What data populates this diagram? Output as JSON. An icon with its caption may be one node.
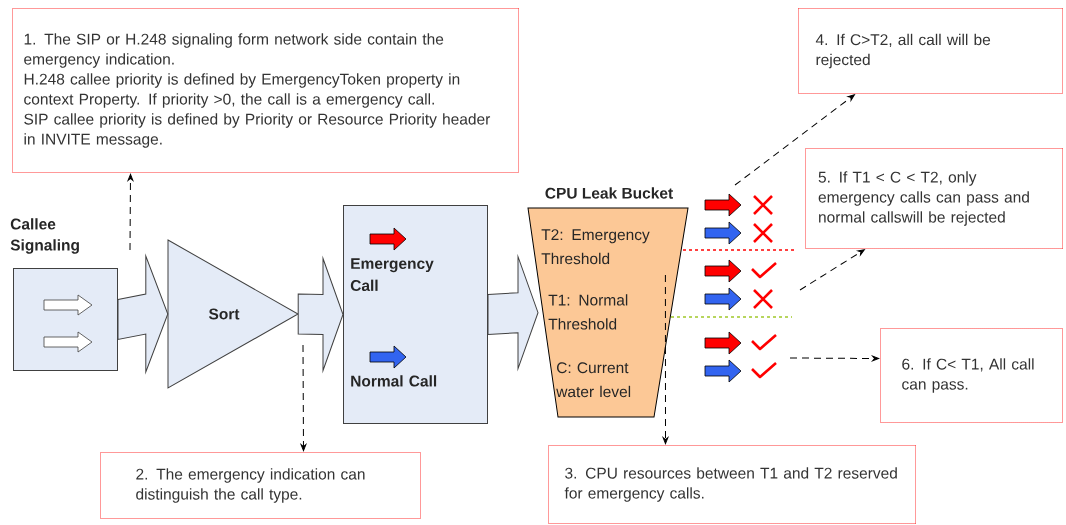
{
  "diagram": {
    "nodes": [
      {
        "text": [
          "1. The SIP or H.248 signaling form network side contain the emergency indication.",
          "H.248 callee priority is defined by EmergencyToken property in context Property. If priority >0, the call is a emergency call.",
          "SIP callee priority is defined by Priority or Resource Priority header in INVITE message."
        ]
      },
      {
        "text": [
          "Callee Signaling"
        ]
      },
      {
        "text": [
          "Sort"
        ]
      },
      {
        "text": [
          "Emergency Call",
          "Normal Call"
        ]
      },
      {
        "text": [
          "CPU Leak Bucket",
          "T2: Emergency Threshold",
          "T1: Normal Threshold",
          "C: Current water level"
        ]
      },
      {
        "text": [
          "2. The emergency indication can distinguish the call type."
        ]
      },
      {
        "text": [
          "3. CPU resources between T1 and T2 reserved for emergency calls."
        ]
      },
      {
        "text": [
          "4. If C>T2, all call will be rejected"
        ]
      },
      {
        "text": [
          "5.  If T1 < C < T2, only emergency calls can pass and normal callswill be rejected"
        ]
      },
      {
        "text": [
          "6. If C< T1, All call can pass."
        ]
      }
    ],
    "edges": [
      {
        "from": 1,
        "to": 2,
        "arrow": "to",
        "style": "thick"
      },
      {
        "from": 2,
        "to": 3,
        "arrow": "to",
        "style": "thick"
      },
      {
        "from": 3,
        "to": 4,
        "arrow": "to",
        "style": "thick"
      },
      {
        "from": null,
        "to": 0,
        "arrow": "to",
        "style": "dashed"
      },
      {
        "from": null,
        "to": 5,
        "arrow": "to",
        "style": "dashed"
      },
      {
        "from": 4,
        "to": 6,
        "arrow": "to",
        "style": "dashed"
      },
      {
        "from": null,
        "to": 7,
        "arrow": "to",
        "style": "dashed"
      },
      {
        "from": null,
        "to": 8,
        "arrow": "to",
        "style": "dashed"
      },
      {
        "from": null,
        "to": 9,
        "arrow": "to",
        "style": "dashed"
      }
    ]
  }
}
